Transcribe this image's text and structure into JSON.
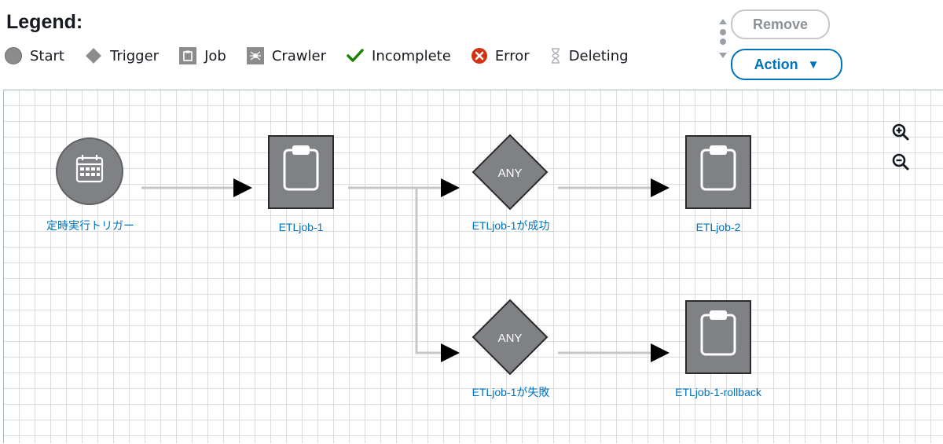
{
  "legend": {
    "title": "Legend:",
    "items": [
      {
        "icon": "start-circle-icon",
        "label": "Start"
      },
      {
        "icon": "trigger-diamond-icon",
        "label": "Trigger"
      },
      {
        "icon": "job-clipboard-icon",
        "label": "Job"
      },
      {
        "icon": "crawler-spider-icon",
        "label": "Crawler"
      },
      {
        "icon": "check-icon",
        "label": "Incomplete"
      },
      {
        "icon": "error-icon",
        "label": "Error"
      },
      {
        "icon": "hourglass-icon",
        "label": "Deleting"
      }
    ]
  },
  "actions": {
    "remove_label": "Remove",
    "action_label": "Action",
    "action_caret": "▼"
  },
  "graph": {
    "nodes": [
      {
        "id": "start",
        "type": "start",
        "label": "定時実行トリガー"
      },
      {
        "id": "job1",
        "type": "job",
        "label": "ETLjob-1"
      },
      {
        "id": "trig_success",
        "type": "trigger",
        "badge": "ANY",
        "label": "ETLjob-1が成功"
      },
      {
        "id": "job2",
        "type": "job",
        "label": "ETLjob-2"
      },
      {
        "id": "trig_fail",
        "type": "trigger",
        "badge": "ANY",
        "label": "ETLjob-1が失敗"
      },
      {
        "id": "rollback",
        "type": "job",
        "label": "ETLjob-1-rollback"
      }
    ],
    "edges": [
      [
        "start",
        "job1"
      ],
      [
        "job1",
        "trig_success"
      ],
      [
        "job1",
        "trig_fail"
      ],
      [
        "trig_success",
        "job2"
      ],
      [
        "trig_fail",
        "rollback"
      ]
    ]
  },
  "zoom": {
    "in_icon": "zoom-in-icon",
    "out_icon": "zoom-out-icon"
  },
  "colors": {
    "accent": "#0073bb",
    "node_fill": "#7f8184",
    "check": "#1d8102",
    "error": "#d13212",
    "disabled": "#8d9297"
  }
}
